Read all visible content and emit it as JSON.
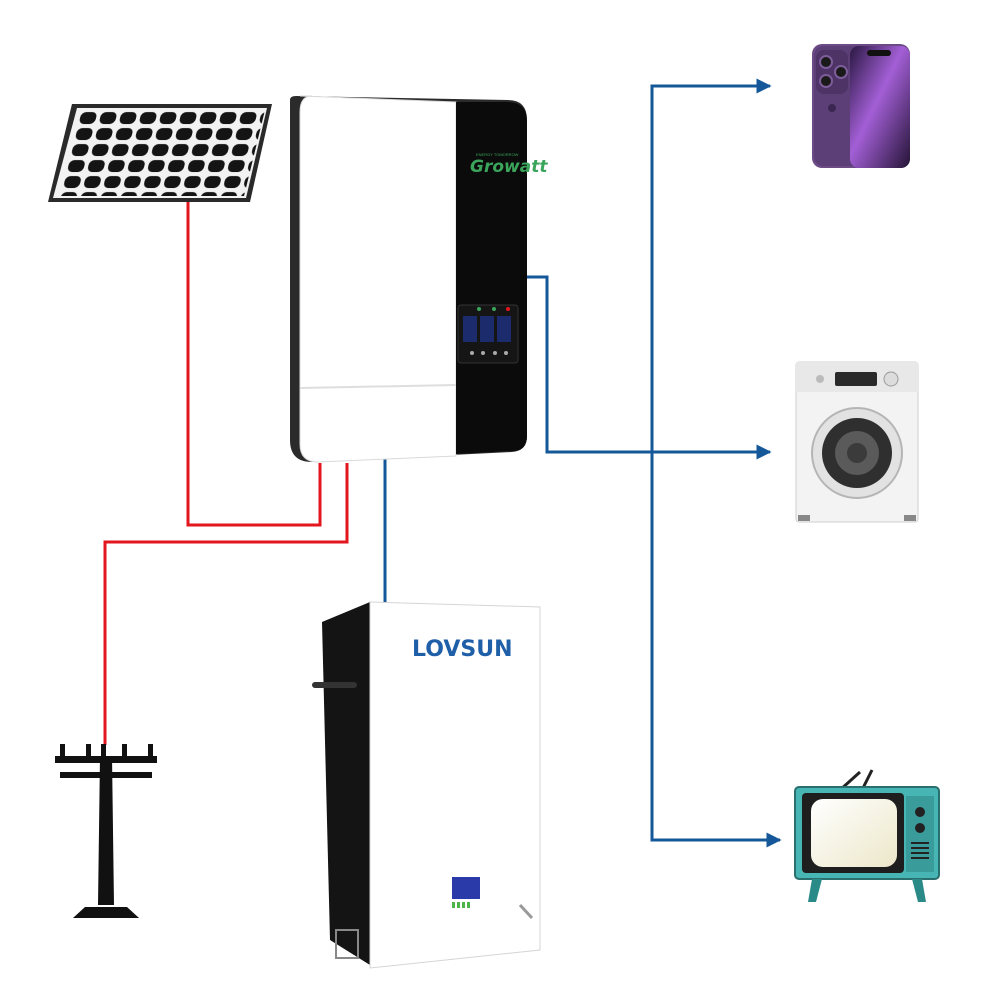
{
  "diagram": {
    "inverter": {
      "brand": "Growatt",
      "tagline": "ENERGY TOMORROW"
    },
    "battery": {
      "brand": "LOVSUN"
    },
    "colors": {
      "ac_wire": "#e3161e",
      "dc_wire": "#15589a",
      "inverter_panel": "#0b0b0b",
      "growatt_green": "#3aa55b",
      "lovsun_blue": "#1f5fa8",
      "lovsun_green": "#4bb54a",
      "tv_teal": "#46b5b3",
      "phone_purple": "#6b4a85"
    },
    "icons": {
      "solar": "solar-panel-icon",
      "grid": "utility-pole-icon",
      "phone": "smartphone-icon",
      "washer": "washing-machine-icon",
      "tv": "television-icon"
    }
  }
}
